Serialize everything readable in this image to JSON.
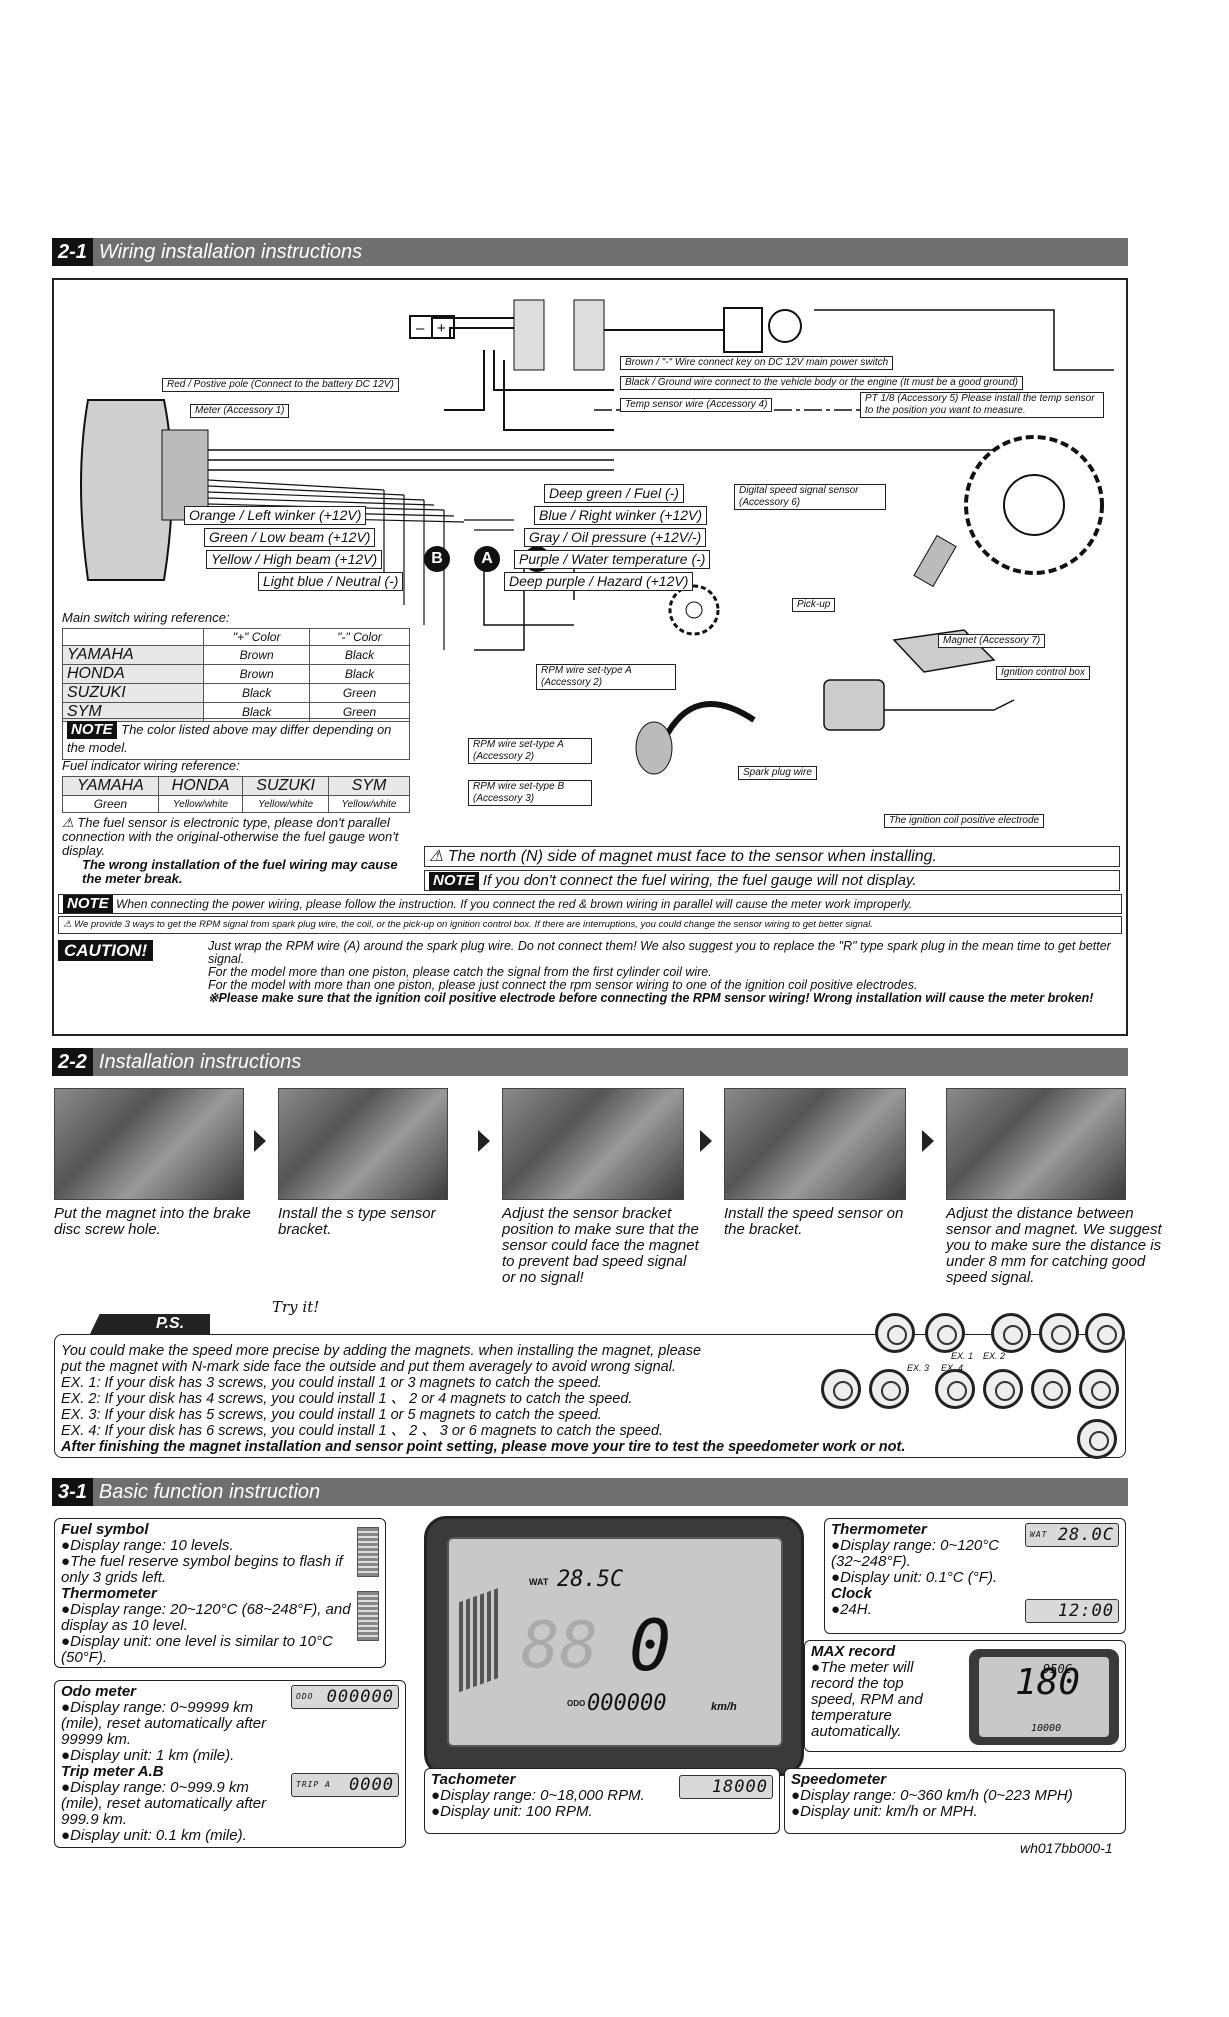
{
  "section_2_1": {
    "num": "2-1",
    "title": "Wiring installation instructions",
    "top_labels": {
      "brown": "Brown / \"-\" Wire connect key on DC 12V main power switch",
      "red": "Red / Postive pole (Connect to the battery DC 12V)",
      "black": "Black / Ground wire connect to the vehicle body or the engine (It must be a good ground)",
      "meter": "Meter (Accessory 1)",
      "temp": "Temp sensor wire (Accessory 4)",
      "pt": "PT 1/8 (Accessory 5) Please install the temp sensor to the position you want to measure."
    },
    "left_wires": [
      "Orange / Left winker (+12V)",
      "Green / Low beam (+12V)",
      "Yellow / High beam (+12V)",
      "Light blue / Neutral (-)"
    ],
    "right_wires": [
      "Deep green / Fuel (-)",
      "Blue / Right winker (+12V)",
      "Gray / Oil pressure (+12V/-)",
      "Purple / Water temperature (-)",
      "Deep purple / Hazard (+12V)"
    ],
    "digital_speed": "Digital speed signal sensor (Accessory 6)",
    "pickup": "Pick-up",
    "magnet": "Magnet (Accessory 7)",
    "ignition_box": "Ignition control box",
    "rpm_a": "RPM wire set-type A (Accessory 2)",
    "rpm_a2": "RPM wire set-type A (Accessory 2)",
    "rpm_b": "RPM wire set-type B (Accessory 3)",
    "spark": "Spark plug wire",
    "coil": "The ignition coil positive electrode",
    "connectors": [
      "B",
      "A",
      "C"
    ],
    "main_switch_title": "Main switch wiring reference:",
    "main_switch_head": [
      "",
      "\"+\" Color",
      "\"-\" Color"
    ],
    "main_switch_rows": [
      [
        "YAMAHA",
        "Brown",
        "Black"
      ],
      [
        "HONDA",
        "Brown",
        "Black"
      ],
      [
        "SUZUKI",
        "Black",
        "Green"
      ],
      [
        "SYM",
        "Black",
        "Green"
      ]
    ],
    "note_badge": "NOTE",
    "note1": "The color listed above may differ depending on the model.",
    "fuel_title": "Fuel indicator wiring reference:",
    "fuel_brands": [
      "YAMAHA",
      "HONDA",
      "SUZUKI",
      "SYM"
    ],
    "fuel_colors": [
      "Green",
      "Yellow/white",
      "Yellow/white",
      "Yellow/white"
    ],
    "fuel_warning": "The fuel sensor is electronic type, please don't parallel connection with the original-otherwise the fuel gauge won't display.",
    "fuel_warning_bold": "The wrong installation of the fuel wiring may cause the meter break.",
    "north_warning": "The north (N) side of magnet must face to the sensor when installing.",
    "note2": "If you don't connect the fuel wiring, the fuel gauge will not display.",
    "note3": "When connecting the power wiring, please follow the instruction. If you connect the red & brown wiring in parallel will cause the meter work improperly.",
    "rpm_ways": "We provide 3 ways to get the RPM signal from spark plug wire, the coil, or the pick-up on ignition control box. If there are interruptions, you could change the sensor wiring to get better signal.",
    "caution_badge": "CAUTION!",
    "caution_lines": [
      "Just wrap the RPM wire (A) around the spark plug wire. Do not connect them! We also suggest you to replace the \"R\" type spark plug in the mean time to get better signal.",
      "For the model more than one piston, please catch the signal from the first cylinder coil wire.",
      "For the model with more than one piston, please just connect the rpm sensor wiring to one of the ignition coil positive electrodes."
    ],
    "caution_bold": "※Please make sure that the ignition coil positive electrode before connecting the RPM sensor wiring! Wrong installation will cause the meter broken!"
  },
  "section_2_2": {
    "num": "2-2",
    "title": "Installation instructions",
    "steps": [
      "Put the magnet into the brake disc screw hole.",
      "Install the s type sensor bracket.",
      "Adjust the sensor bracket position to make sure that the sensor could face the magnet to prevent bad speed signal or no signal!",
      "Install the speed sensor on the bracket.",
      "Adjust the distance between sensor and magnet. We suggest you to make sure the distance is under 8 mm for catching good speed signal."
    ],
    "ps_badge": "P.S.",
    "ps_signature": "Try it!",
    "ps_lines": [
      "You could make the speed more precise by adding the magnets. when installing the magnet, please",
      "put the magnet with N-mark side face the outside and put them averagely to avoid wrong signal.",
      "EX. 1: If your disk has 3 screws, you could install 1 or 3 magnets to catch the speed.",
      "EX. 2: If your disk has 4 screws, you could install 1 、 2 or 4 magnets to catch the speed.",
      "EX. 3: If your disk has 5 screws, you could install 1 or 5 magnets to catch the speed.",
      "EX. 4: If your disk has 6 screws, you could install 1 、 2 、 3 or 6 magnets to catch the speed."
    ],
    "ps_bold": "After finishing the magnet installation and sensor point setting, please move your tire to test the speedometer work or not.",
    "ex_labels": [
      "EX. 1",
      "EX. 2",
      "EX. 3",
      "EX. 4"
    ]
  },
  "section_3_1": {
    "num": "3-1",
    "title": "Basic function instruction",
    "fuel_symbol": {
      "title": "Fuel symbol",
      "lines": [
        "Display range: 10 levels.",
        "The fuel reserve symbol begins to flash if only 3 grids left."
      ]
    },
    "thermometer_left": {
      "title": "Thermometer",
      "lines": [
        "Display range: 20~120°C (68~248°F), and display as 10 level.",
        "Display unit: one level is similar to 10°C (50°F)."
      ]
    },
    "odo": {
      "title": "Odo meter",
      "lines": [
        "Display range: 0~99999 km (mile), reset automatically after 99999 km.",
        "Display unit: 1 km (mile)."
      ],
      "lcd_tag": "ODO",
      "lcd": "000000"
    },
    "trip": {
      "title": "Trip meter A.B",
      "lines": [
        "Display range: 0~999.9 km (mile), reset automatically after 999.9 km.",
        "Display unit: 0.1 km (mile)."
      ],
      "lcd_tag": "TRIP A",
      "lcd": "0000"
    },
    "tacho": {
      "title": "Tachometer",
      "lines": [
        "Display range: 0~18,000 RPM.",
        "Display unit: 100 RPM."
      ],
      "lcd": "18000"
    },
    "thermo_right": {
      "title": "Thermometer",
      "lines": [
        "Display range: 0~120°C (32~248°F).",
        "Display unit: 0.1°C (°F)."
      ],
      "lcd_tag": "WAT",
      "lcd": "28.0C"
    },
    "clock": {
      "title": "Clock",
      "lines": [
        "24H."
      ],
      "lcd": "12:00"
    },
    "max": {
      "title": "MAX record",
      "lines": [
        "The meter will record the top speed, RPM and temperature automatically."
      ],
      "mini_top": "950C",
      "mini_big": "180",
      "mini_bottom": "10000"
    },
    "speedo": {
      "title": "Speedometer",
      "lines": [
        "Display range: 0~360 km/h (0~223 MPH)",
        "Display unit: km/h or MPH."
      ]
    },
    "meter": {
      "wat_tag": "WAT",
      "temp": "28.5C",
      "speed_ghost": "88",
      "speed": "0",
      "odo_tag": "ODO",
      "odo": "000000",
      "unit": "km/h"
    },
    "doc_code": "wh017bb000-1"
  },
  "colors": {
    "section_bar": "#6f6f6f",
    "badge": "#111111",
    "lcd": "#d9d9d9"
  }
}
